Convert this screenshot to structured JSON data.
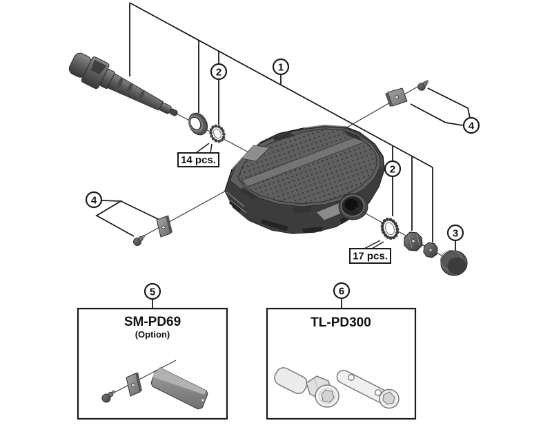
{
  "diagram": {
    "background_color": "#ffffff",
    "line_color": "#1a1a1a",
    "part_color_dark": "#4c4c4c",
    "part_color_mid": "#5e5e5e",
    "part_color_light": "#9c9c9c",
    "tool_outline_color": "#7a7a7a",
    "callouts": {
      "pedal_assembly": "1",
      "ball_retainer_left": "2",
      "ball_retainer_right": "2",
      "dust_cap": "3",
      "reflector_unit_right": "4",
      "reflector_unit_left": "4",
      "option_reflector_kit": "5",
      "tool_kit": "6"
    },
    "part_labels": {
      "ball_count_left": "14 pcs.",
      "ball_count_right": "17 pcs."
    },
    "option_box": {
      "title": "SM-PD69",
      "subtitle": "(Option)"
    },
    "tool_box": {
      "title": "TL-PD300"
    }
  }
}
